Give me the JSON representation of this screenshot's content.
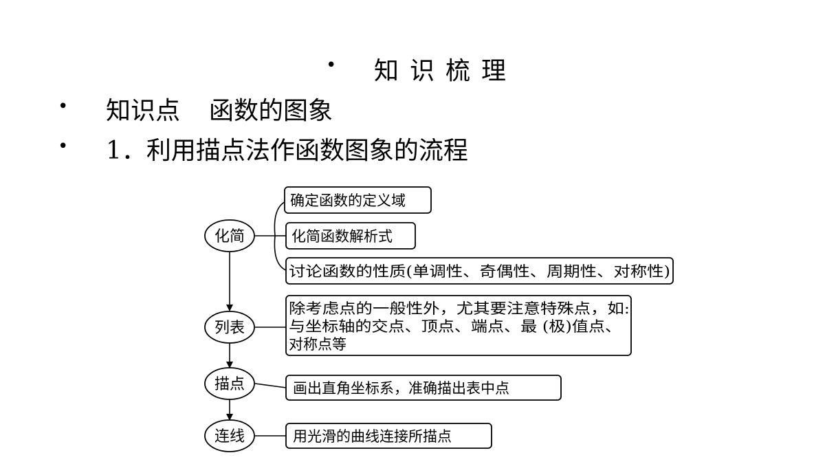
{
  "heading": {
    "bullet": "•",
    "text": "知识梳理"
  },
  "lines": [
    {
      "bullet": "•",
      "label": "知识点",
      "text": "函数的图象"
    },
    {
      "bullet": "•",
      "text": "1．利用描点法作函数图象的流程"
    }
  ],
  "flow": {
    "steps": [
      {
        "label": "化简"
      },
      {
        "label": "列表"
      },
      {
        "label": "描点"
      },
      {
        "label": "连线"
      }
    ],
    "boxes": [
      {
        "step": 0,
        "lines": [
          "确定函数的定义域"
        ]
      },
      {
        "step": 0,
        "lines": [
          "化简函数解析式"
        ]
      },
      {
        "step": 0,
        "lines": [
          "讨论函数的性质(单调性、奇偶性、周期性、对称性)"
        ]
      },
      {
        "step": 1,
        "lines": [
          "除考虑点的一般性外，尤其要注意特殊点，如:",
          "与坐标轴的交点、顶点、端点、最 (极)值点、",
          "对称点等"
        ]
      },
      {
        "step": 2,
        "lines": [
          "画出直角坐标系，准确描出表中点"
        ]
      },
      {
        "step": 3,
        "lines": [
          "用光滑的曲线连接所描点"
        ]
      }
    ]
  }
}
